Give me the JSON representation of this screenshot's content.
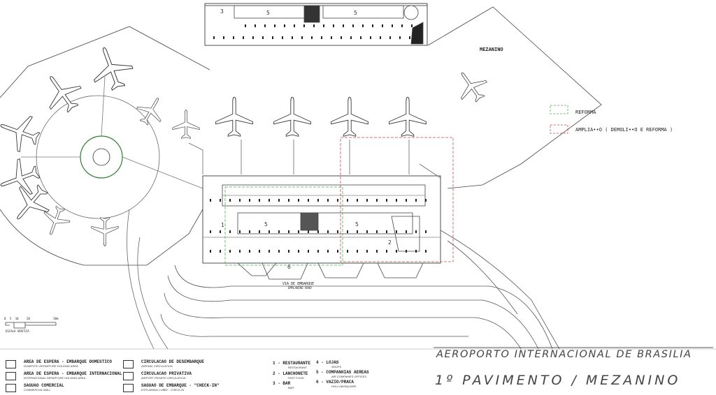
{
  "drawing": {
    "title": "AEROPORTO INTERNACIONAL DE BRASILIA",
    "subtitle": "1º PAVIMENTO / MEZANINO",
    "mezzanine_label": "MEZANINO",
    "road_label": "VIA DE EMBARQUE",
    "road_label_en": "EMPLANING ROAD",
    "room_numbers": [
      "1",
      "2",
      "3",
      "5",
      "5",
      "5",
      "5",
      "6"
    ]
  },
  "scale_bar": {
    "ticks": [
      "0",
      "5",
      "10",
      "20",
      "50m"
    ],
    "label": "ESCALA GRAFICA"
  },
  "status_legend": [
    {
      "label": "REFORMA",
      "color": "#4caf50"
    },
    {
      "label": "AMPLIA••O ( DEMOLI••O E REFORMA )",
      "color": "#c0504d"
    }
  ],
  "area_legend": [
    {
      "label": "AREA DE ESPERA - EMBARQUE DOMESTICO",
      "sub": "DOMESTIC DEPARTURE HOLDING AREA"
    },
    {
      "label": "AREA DE ESPERA - EMBARQUE INTERNACIONAL",
      "sub": "INTERNATIONAL DEPARTURE HOLDING AREA"
    },
    {
      "label": "SAGUAO COMERCIAL",
      "sub": "COMMERCIAL MALL"
    },
    {
      "label": "CIRCULACAO DE DESEMBARQUE",
      "sub": "ARRIVAL CIRCULATION"
    },
    {
      "label": "CIRCULACAO PRIVATIVA",
      "sub": "AIRPORT PRIVATE CIRCULATION"
    },
    {
      "label": "SAGUAO DE EMBARQUE - \"CHECK-IN\"",
      "sub": "EXPLAINING LOBBY - CHECK-IN"
    }
  ],
  "numbered_legend": [
    {
      "label": "1 - RESTAURANTE",
      "sub": "RESTAURANT"
    },
    {
      "label": "2 - LANCHONETE",
      "sub": "FAST FOOD"
    },
    {
      "label": "3 - BAR",
      "sub": "BAR"
    },
    {
      "label": "4 - LOJAS",
      "sub": "SHOPS"
    },
    {
      "label": "5 - COMPANHIAS AEREAS",
      "sub": "AIR COMPANIES OFFICES"
    },
    {
      "label": "6 - VAZIO/PRACA",
      "sub": "HOLLOW/SQUARE"
    }
  ]
}
